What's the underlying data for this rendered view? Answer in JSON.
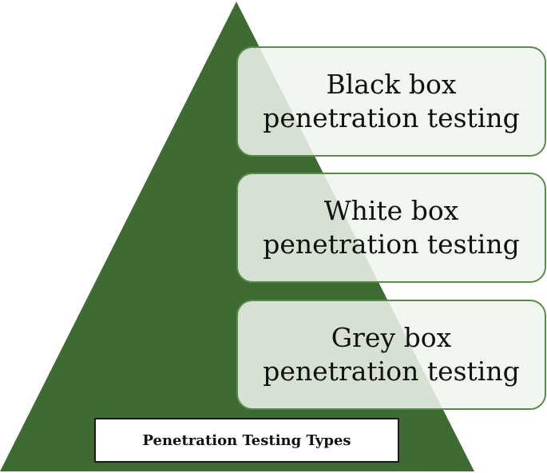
{
  "colors": {
    "triangle_fill": "#3d6b31",
    "box_border": "#5a8a4c",
    "box_fill": "#f0f5ee"
  },
  "boxes": [
    {
      "line1": "Black box",
      "line2": "penetration testing"
    },
    {
      "line1": "White box",
      "line2": "penetration testing"
    },
    {
      "line1": "Grey box",
      "line2": "penetration testing"
    }
  ],
  "caption": "Penetration Testing Types"
}
